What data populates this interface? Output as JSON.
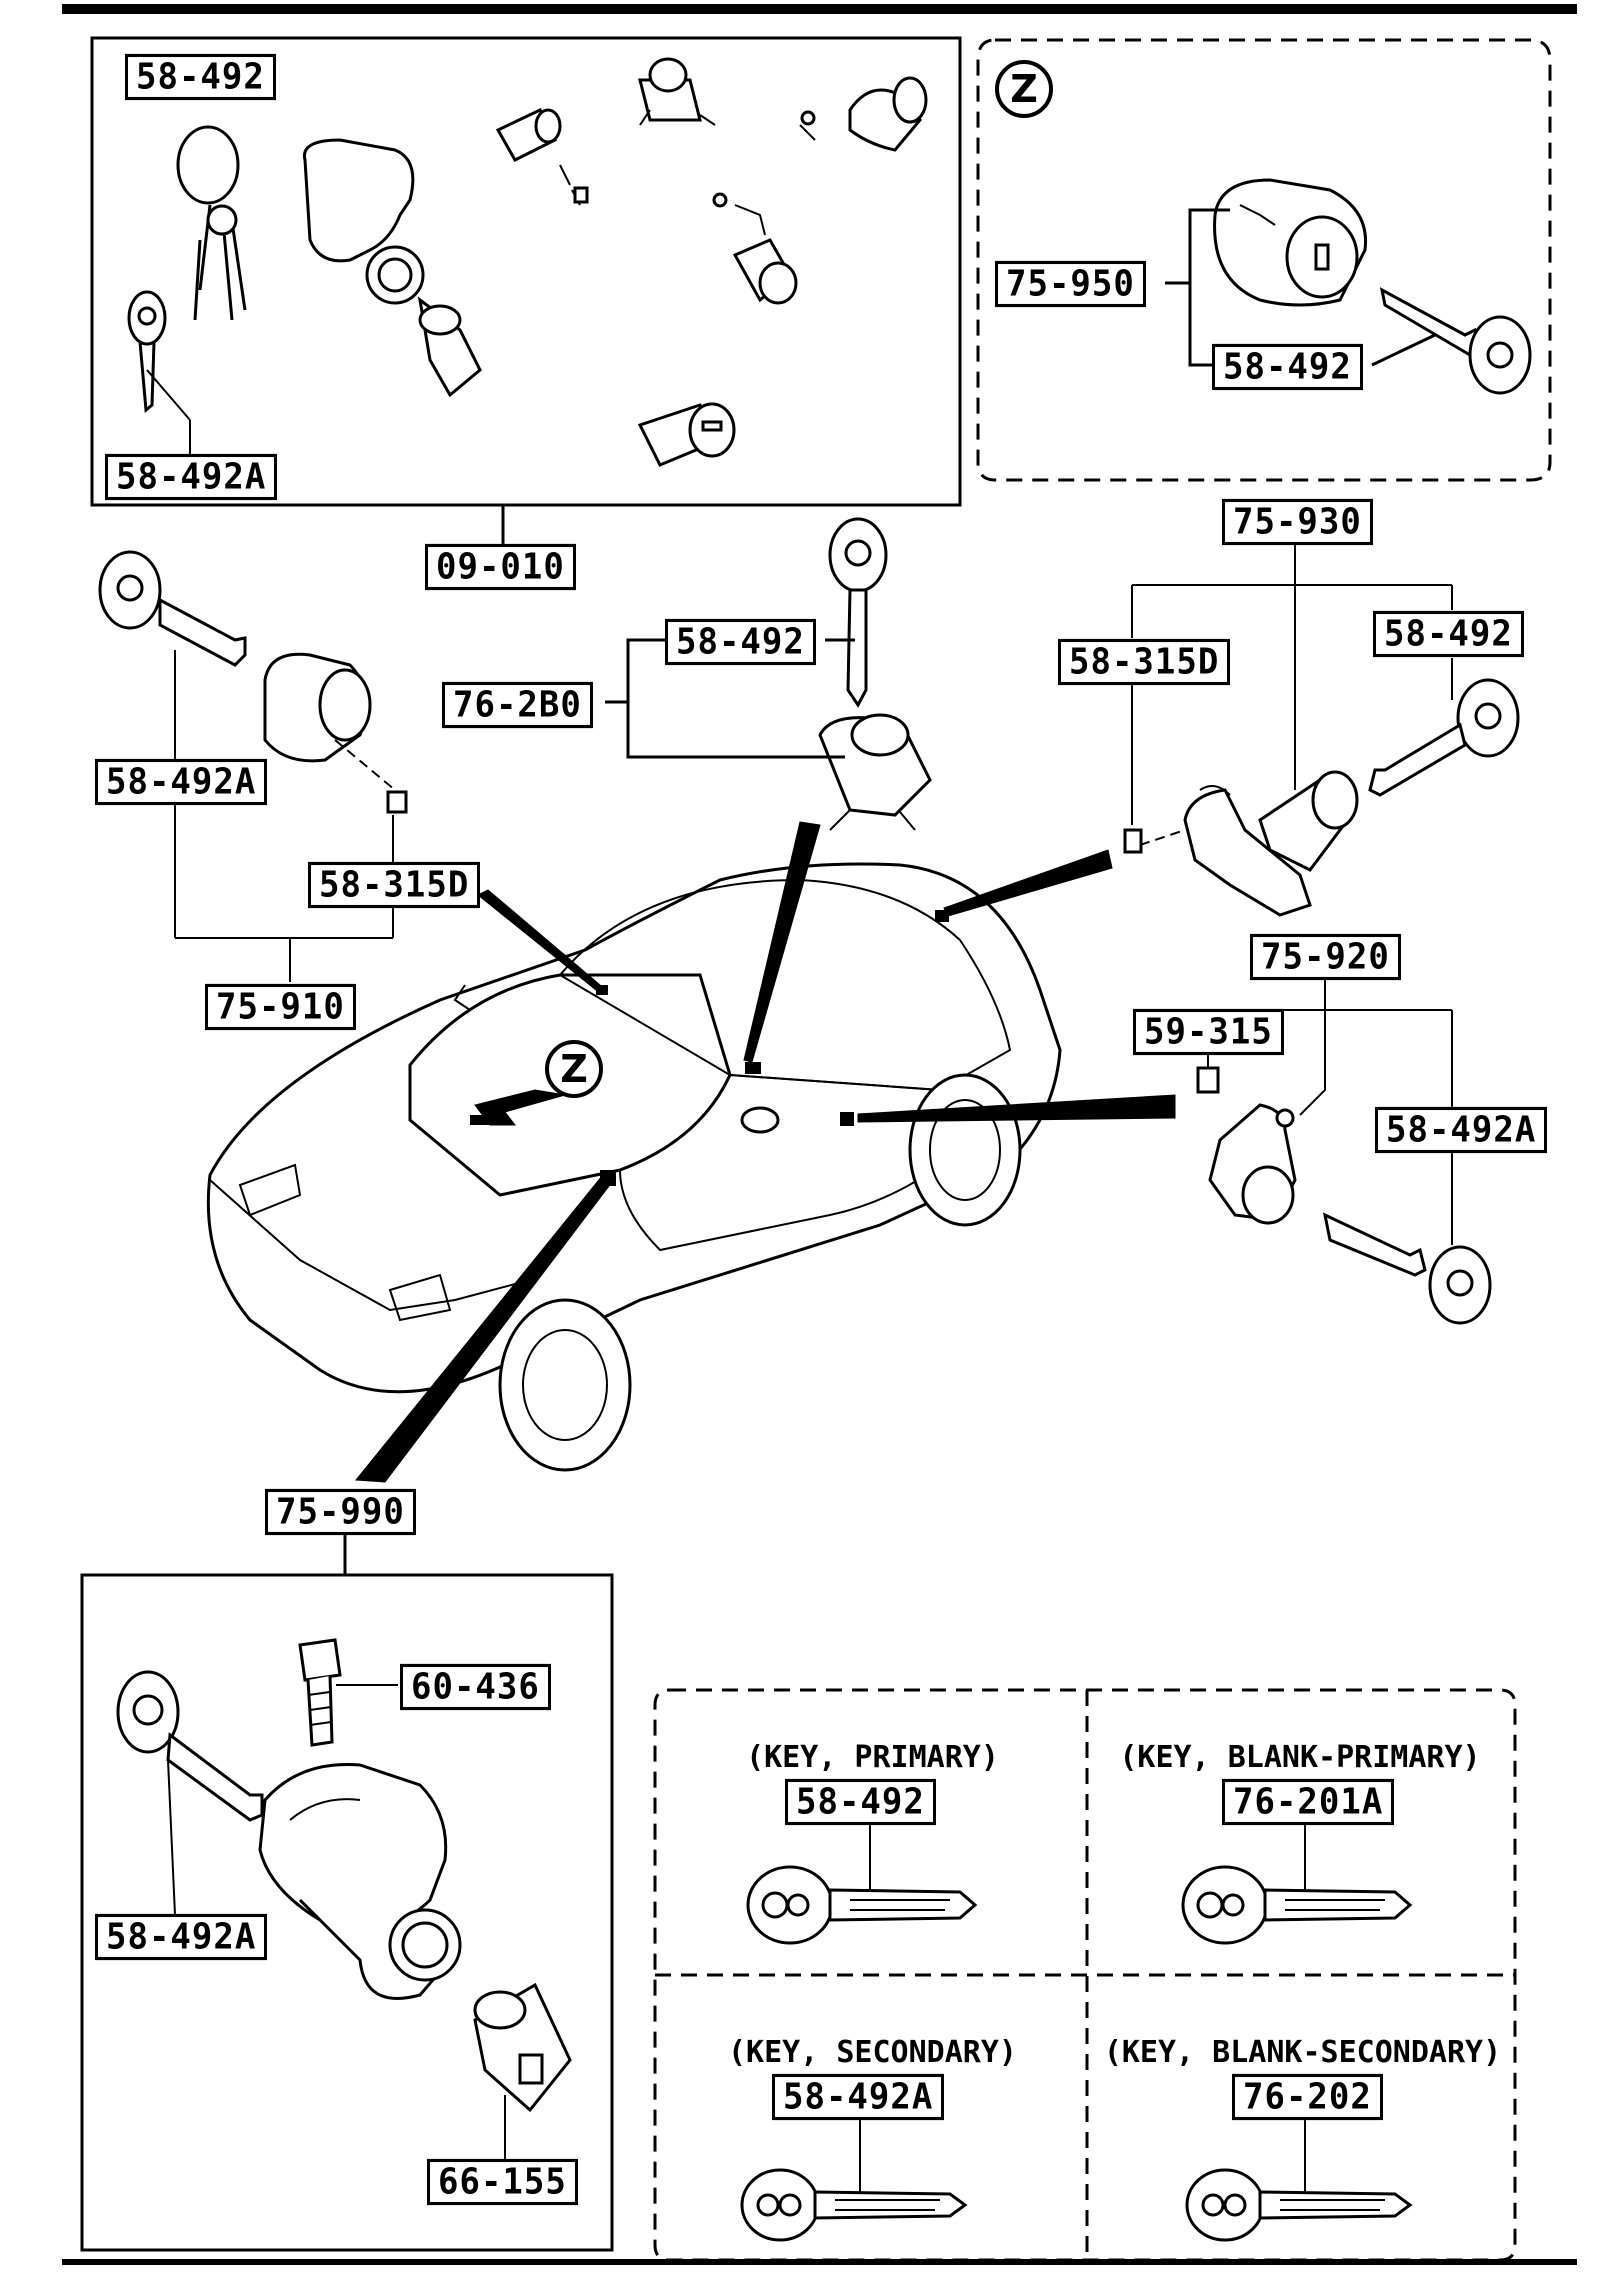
{
  "labels": {
    "l_58_492_kit": "58-492",
    "l_58_492a_kit": "58-492A",
    "l_09_010": "09-010",
    "l_75_950": "75-950",
    "l_58_492_z": "58-492",
    "l_75_930": "75-930",
    "l_58_492_hood_key": "58-492",
    "l_76_2b0": "76-2B0",
    "l_58_315d_right": "58-315D",
    "l_58_492_trunk_key": "58-492",
    "l_58_492a_left": "58-492A",
    "l_58_315d_left": "58-315D",
    "l_75_910": "75-910",
    "l_75_920": "75-920",
    "l_59_315": "59-315",
    "l_58_492a_door": "58-492A",
    "l_75_990": "75-990",
    "l_60_436": "60-436",
    "l_58_492a_ign": "58-492A",
    "l_66_155": "66-155",
    "l_58_492_primary": "58-492",
    "l_76_201a": "76-201A",
    "l_58_492a_secondary": "58-492A",
    "l_76_202": "76-202"
  },
  "captions": {
    "key_primary": "(KEY, PRIMARY)",
    "key_blank_primary": "(KEY, BLANK-PRIMARY)",
    "key_secondary": "(KEY, SECONDARY)",
    "key_blank_secondary": "(KEY, BLANK-SECONDARY)"
  },
  "markers": {
    "z_top": "Z",
    "z_car": "Z"
  },
  "icons": [
    "key-icon",
    "lock-cylinder-icon",
    "ignition-switch-icon",
    "bolt-icon",
    "clip-icon",
    "car-outline-icon"
  ]
}
